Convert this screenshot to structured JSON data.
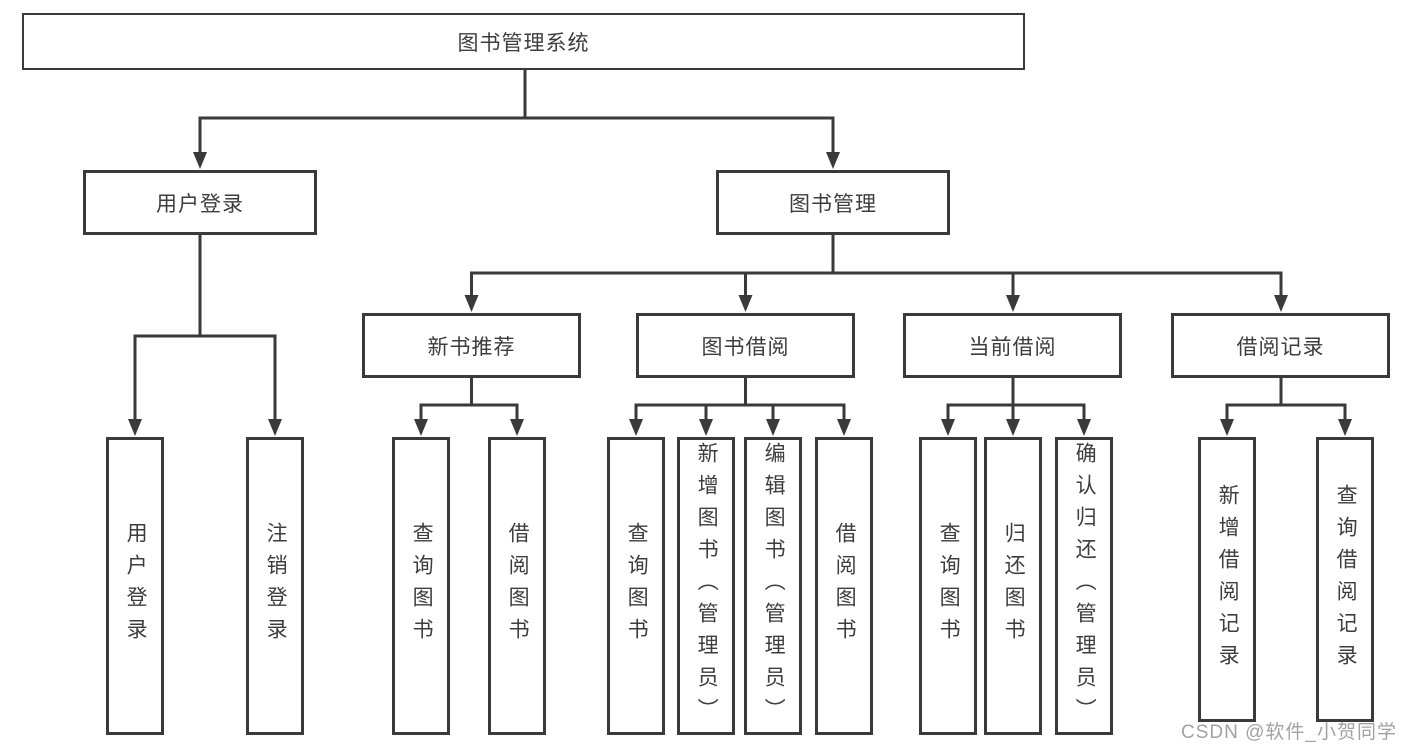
{
  "tree": {
    "root": {
      "label": "图书管理系统"
    },
    "branches": [
      {
        "label": "用户登录",
        "children": [
          "用户登录",
          "注销登录"
        ]
      },
      {
        "label": "图书管理",
        "sections": [
          {
            "label": "新书推荐",
            "children": [
              "查询图书",
              "借阅图书"
            ]
          },
          {
            "label": "图书借阅",
            "children": [
              "查询图书",
              "新增图书（管理员）",
              "编辑图书（管理员）",
              "借阅图书"
            ]
          },
          {
            "label": "当前借阅",
            "children": [
              "查询图书",
              "归还图书",
              "确认归还（管理员）"
            ]
          },
          {
            "label": "借阅记录",
            "children": [
              "新增借阅记录",
              "查询借阅记录"
            ]
          }
        ]
      }
    ]
  },
  "watermark": {
    "text": "CSDN @软件_小贺同学"
  },
  "colors": {
    "line": "#3a3a3a",
    "text": "#3d3d3d",
    "watermark": "#9b9b9b",
    "background": "#ffffff"
  }
}
